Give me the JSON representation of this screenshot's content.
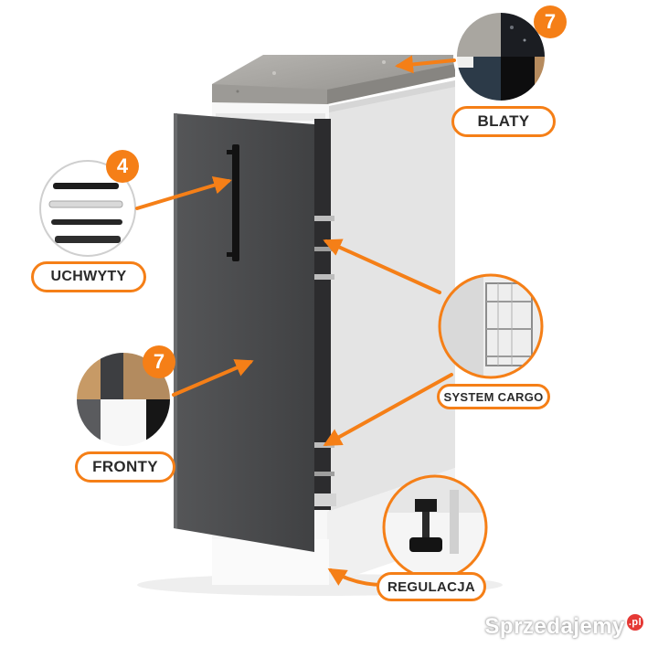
{
  "labels": {
    "blaty": "BLATY",
    "uchwyty": "UCHWYTY",
    "fronty": "FRONTY",
    "system_cargo": "SYSTEM CARGO",
    "regulacja": "REGULACJA"
  },
  "badges": {
    "blaty_count": "7",
    "uchwyty_count": "4",
    "fronty_count": "7"
  },
  "watermark": {
    "text": "Sprzedajemy",
    "tld": ".pl"
  },
  "colors": {
    "accent": "#f57f17",
    "front": "#4a4b4d",
    "carcass": "#f4f4f4",
    "countertop": "#a9a7a3"
  }
}
